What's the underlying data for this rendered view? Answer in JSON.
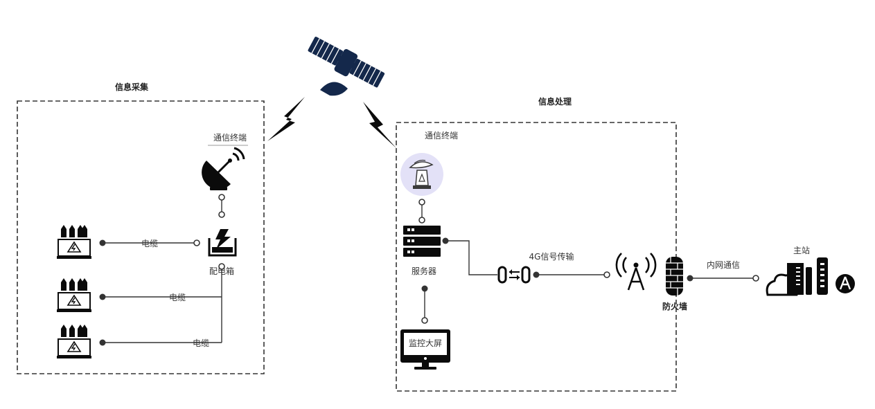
{
  "groups": {
    "collect": {
      "title": "信息采集"
    },
    "process": {
      "title": "信息处理"
    }
  },
  "nodes": {
    "left_terminal": "通信终端",
    "distribution_box": "配电箱",
    "right_terminal": "通信终端",
    "server": "服务器",
    "monitor": "监控大屏",
    "firewall": "防火墙",
    "main_station": "主站"
  },
  "links": {
    "cable_1": "电缆",
    "cable_2": "电缆",
    "cable_3": "电缆",
    "signal_4g": "4G信号传输",
    "intranet": "内网通信"
  },
  "colors": {
    "icon": "#0b0b0b",
    "satellite": "#14284b",
    "satellite_dish_bg": "#e3e1f7"
  }
}
